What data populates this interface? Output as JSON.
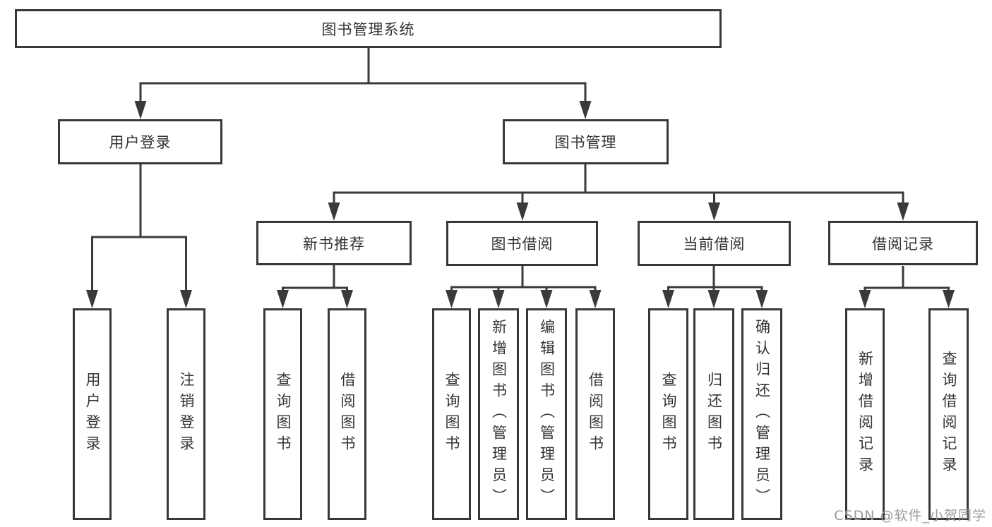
{
  "colors": {
    "line": "#3a3a3a",
    "box_border": "#383838",
    "text": "#333333",
    "watermark": "#9b9b9b",
    "background": "#ffffff"
  },
  "watermark": "CSDN @软件_小贺同学",
  "nodes": {
    "root": "图书管理系统",
    "user_login": "用户登录",
    "book_mgmt": "图书管理",
    "new_book_rec": "新书推荐",
    "book_borrow": "图书借阅",
    "current_borrow": "当前借阅",
    "borrow_records": "借阅记录",
    "ul_login": "用户登录",
    "ul_logout": "注销登录",
    "nb_query": "查询图书",
    "nb_borrow": "借阅图书",
    "bb_query": "查询图书",
    "bb_add": "新增图书（管理员）",
    "bb_edit": "编辑图书（管理员）",
    "bb_borrow": "借阅图书",
    "cb_query": "查询图书",
    "cb_return": "归还图书",
    "cb_confirm": "确认归还（管理员）",
    "br_add": "新增借阅记录",
    "br_query": "查询借阅记录"
  },
  "hierarchy": {
    "图书管理系统": {
      "用户登录": [
        "用户登录",
        "注销登录"
      ],
      "图书管理": {
        "新书推荐": [
          "查询图书",
          "借阅图书"
        ],
        "图书借阅": [
          "查询图书",
          "新增图书（管理员）",
          "编辑图书（管理员）",
          "借阅图书"
        ],
        "当前借阅": [
          "查询图书",
          "归还图书",
          "确认归还（管理员）"
        ],
        "借阅记录": [
          "新增借阅记录",
          "查询借阅记录"
        ]
      }
    }
  }
}
